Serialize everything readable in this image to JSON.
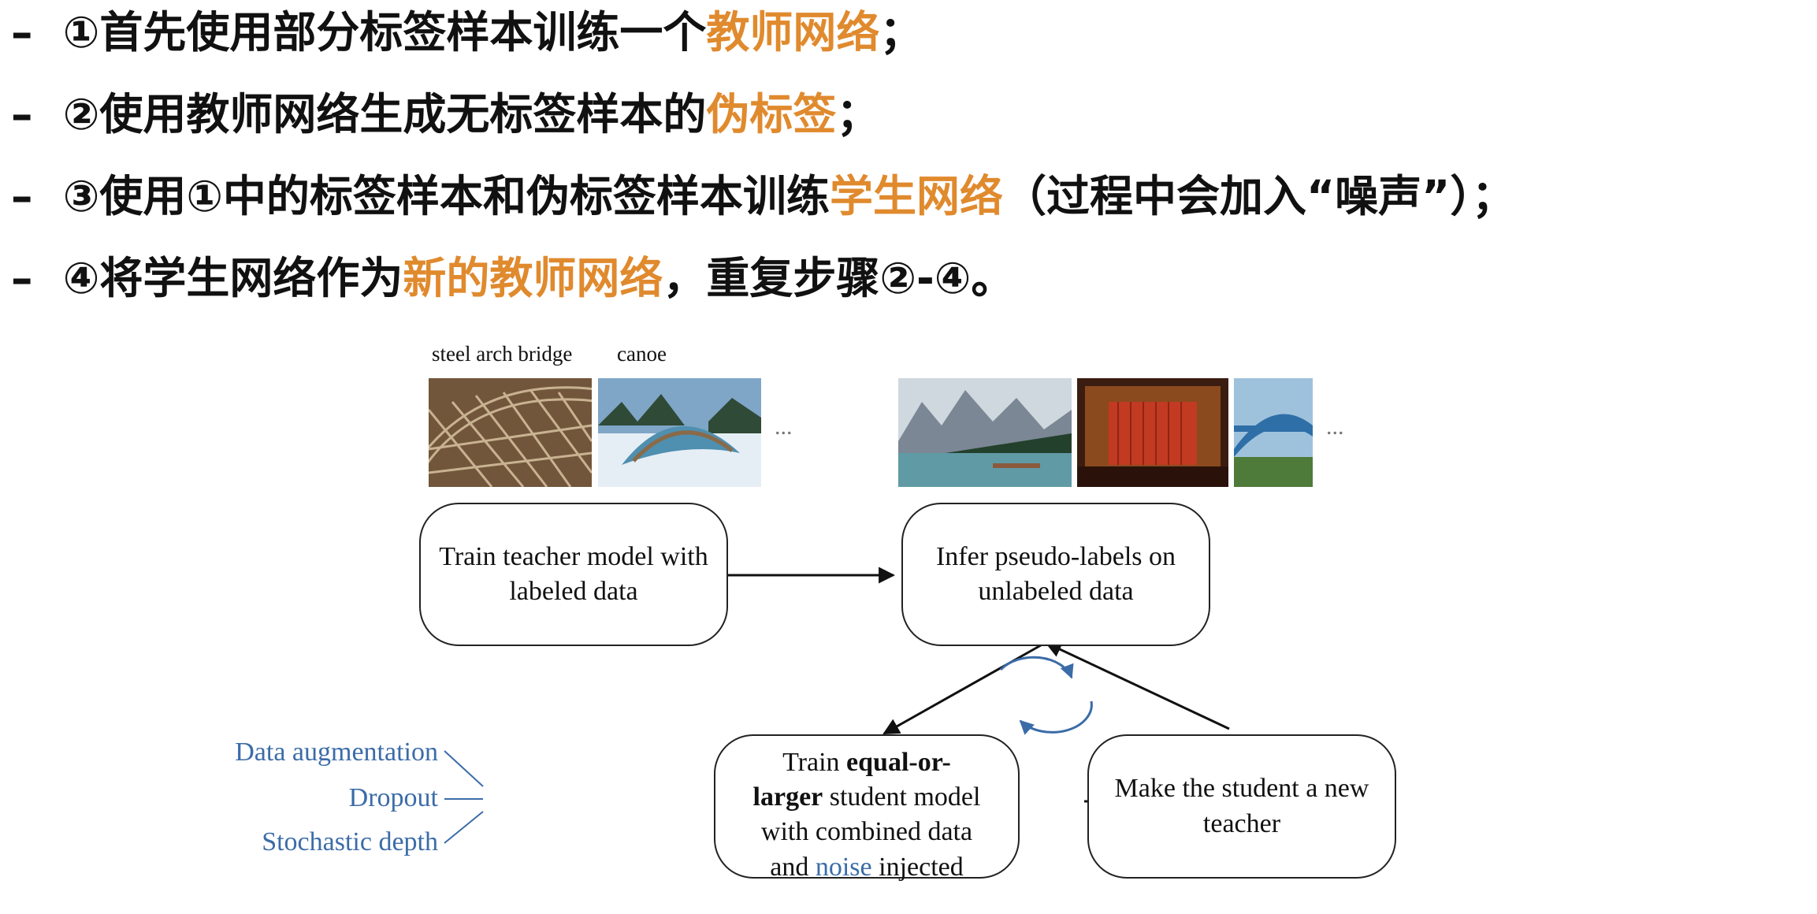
{
  "bullets": [
    {
      "dash": "–",
      "pre": "①首先使用部分标签样本训练一个",
      "hl": "教师网络",
      "post": "；"
    },
    {
      "dash": "–",
      "pre": "②使用教师网络生成无标签样本的",
      "hl": "伪标签",
      "post": "；"
    },
    {
      "dash": "–",
      "pre": "③使用①中的标签样本和伪标签样本训练",
      "hl": "学生网络",
      "post": "（过程中会加入“噪声”）；"
    },
    {
      "dash": "–",
      "pre": "④将学生网络作为",
      "hl": "新的教师网络",
      "post": "，重复步骤②-④。"
    }
  ],
  "figure": {
    "captions": {
      "img1": "steel arch bridge",
      "img2": "canoe"
    },
    "ellipsis_left": "...",
    "ellipsis_right": "...",
    "box_train_teacher": "Train teacher model with labeled data",
    "box_infer": "Infer pseudo-labels on unlabeled data",
    "box_student": {
      "l1a": "Train ",
      "l1b": "equal-or-",
      "l2a": "larger",
      "l2b": " student model",
      "l3": "with combined data",
      "l4a": "and ",
      "l4b": "noise",
      "l4c": " injected"
    },
    "box_new_teacher": "Make the student a new teacher",
    "noise_labels": [
      "Data augmentation",
      "Dropout",
      "Stochastic depth"
    ],
    "colors": {
      "highlight": "#E08A2E",
      "noise_blue": "#3B6CA8"
    }
  }
}
